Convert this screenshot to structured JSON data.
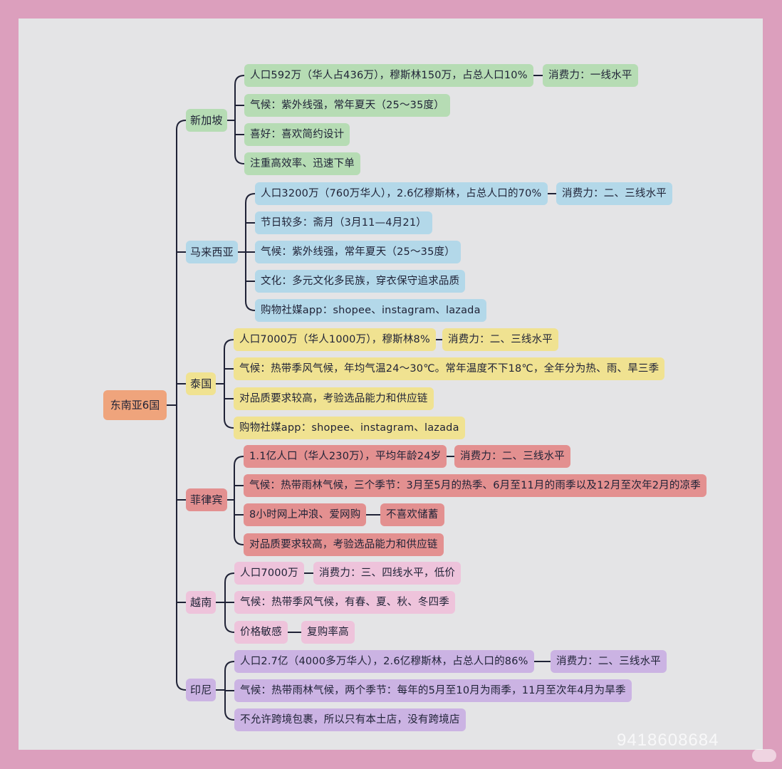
{
  "colors": {
    "background": "#dc9fbd",
    "canvas": "#e4e4e6",
    "line": "#1f2236",
    "root": "#efa47c",
    "singapore": "#b6dcb4",
    "malaysia": "#b3d8e9",
    "thailand": "#f0e291",
    "philippines": "#e39090",
    "vietnam": "#eec3db",
    "indonesia": "#cbb3e3"
  },
  "root": {
    "label": "东南亚6国"
  },
  "singapore": {
    "label": "新加坡",
    "items": [
      {
        "text": "人口592万（华人占436万），穆斯林150万，占总人口10%",
        "sub": "消费力：一线水平"
      },
      {
        "text": "气候：紫外线强，常年夏天（25～35度）"
      },
      {
        "text": "喜好：喜欢简约设计"
      },
      {
        "text": "注重高效率、迅速下单"
      }
    ]
  },
  "malaysia": {
    "label": "马来西亚",
    "items": [
      {
        "text": "人口3200万（760万华人），2.6亿穆斯林，占总人口的70%",
        "sub": "消费力：二、三线水平"
      },
      {
        "text": "节日较多：斋月（3月11—4月21）"
      },
      {
        "text": "气候：紫外线强，常年夏天（25～35度）"
      },
      {
        "text": "文化：多元文化多民族，穿衣保守追求品质"
      },
      {
        "text": "购物社媒app：shopee、instagram、lazada"
      }
    ]
  },
  "thailand": {
    "label": "泰国",
    "items": [
      {
        "text": "人口7000万（华人1000万），穆斯林8%",
        "sub": "消费力：二、三线水平"
      },
      {
        "text": "气候：热带季风气候，年均气温24～30℃。常年温度不下18℃，全年分为热、雨、旱三季"
      },
      {
        "text": "对品质要求较高，考验选品能力和供应链"
      },
      {
        "text": "购物社媒app：shopee、instagram、lazada"
      }
    ]
  },
  "philippines": {
    "label": "菲律宾",
    "items": [
      {
        "text": "1.1亿人口（华人230万），平均年龄24岁",
        "sub": "消费力：二、三线水平"
      },
      {
        "text": "气候：热带雨林气候，三个季节：3月至5月的热季、6月至11月的雨季以及12月至次年2月的凉季"
      },
      {
        "text": "8小时网上冲浪、爱网购",
        "sub": "不喜欢储蓄"
      },
      {
        "text": "对品质要求较高，考验选品能力和供应链"
      }
    ]
  },
  "vietnam": {
    "label": "越南",
    "items": [
      {
        "text": "人口7000万",
        "sub": "消费力：三、四线水平，低价"
      },
      {
        "text": "气候：热带季风气候，有春、夏、秋、冬四季"
      },
      {
        "text": "价格敏感",
        "sub": "复购率高"
      }
    ]
  },
  "indonesia": {
    "label": "印尼",
    "items": [
      {
        "text": "人口2.7亿（4000多万华人），2.6亿穆斯林，占总人口的86%",
        "sub": "消费力：二、三线水平"
      },
      {
        "text": "气候：热带雨林气候，两个季节：每年的5月至10月为雨季，11月至次年4月为旱季"
      },
      {
        "text": "不允许跨境包裹，所以只有本土店，没有跨境店"
      }
    ]
  },
  "watermark": "9418608684"
}
